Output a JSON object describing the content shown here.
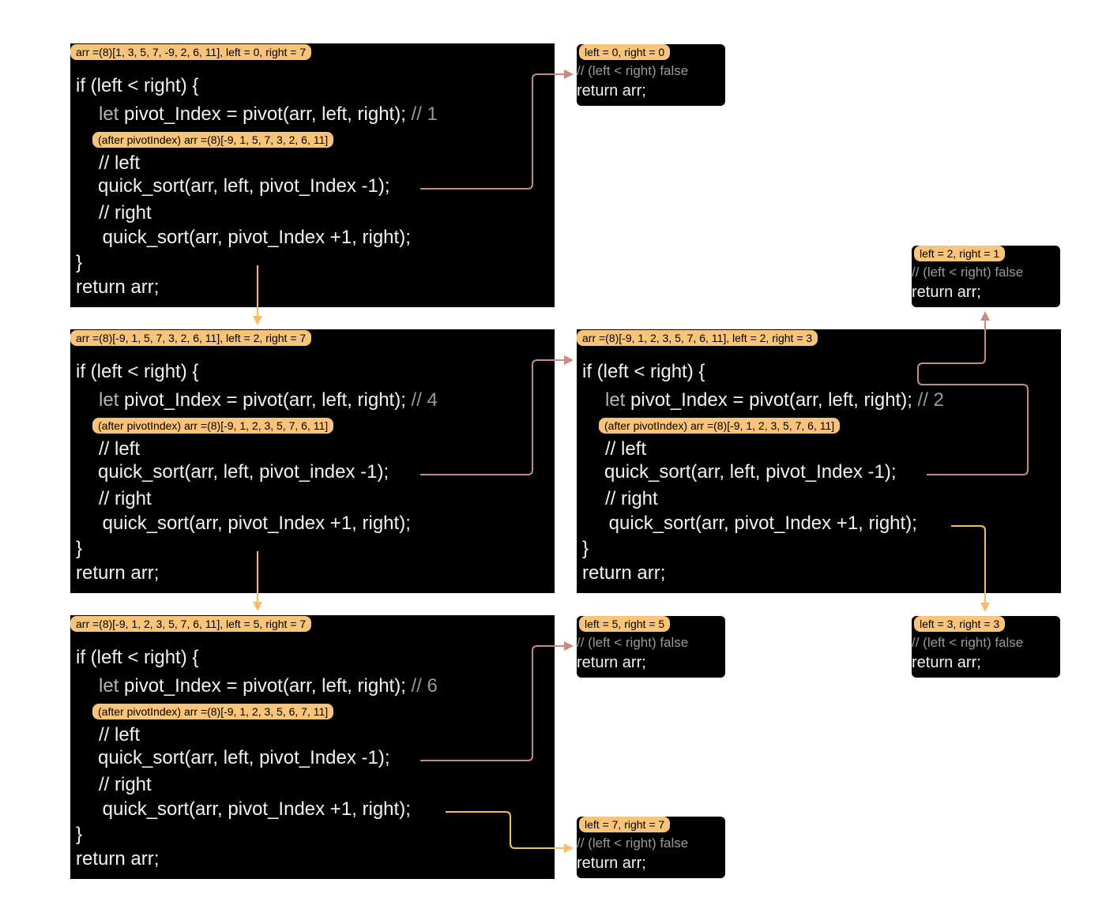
{
  "colors": {
    "bg": "#ffffff",
    "block": "#000000",
    "tag": "#f8c479",
    "arrow_call": "#c98a7f",
    "arrow_next": "#f5bd6a"
  },
  "code": {
    "if_line": "if (left < right) {",
    "let_kw": "let",
    "pivot_stmt": " pivot_Index = pivot(arr, left, right);",
    "comment_left": "// left",
    "call_left_a": "quick_sort(arr, left, pivot_Index -1);",
    "call_left_b": "quick_sort(arr, left, pivot_index -1);",
    "comment_right": "// right",
    "call_right": " quick_sort(arr, pivot_Index +1, right);",
    "close_brace": "}",
    "return_stmt": "return arr;",
    "false_comment": "// (left < right) false"
  },
  "blocks": [
    {
      "header": "arr =(8)[1, 3, 5, 7, -9, 2, 6, 11], left = 0, right = 7",
      "step": " // 1",
      "after": "(after pivotIndex) arr =(8)[-9, 1, 5, 7, 3, 2, 6, 11]"
    },
    {
      "header": "arr =(8)[-9, 1, 5, 7, 3, 2, 6, 11], left = 2, right = 7",
      "step": " // 4",
      "after": "(after pivotIndex) arr =(8)[-9, 1, 2, 3, 5, 7, 6, 11]"
    },
    {
      "header": "arr =(8)[-9, 1, 2, 3, 5, 7, 6, 11], left = 5, right = 7",
      "step": " // 6",
      "after": "(after pivotIndex) arr =(8)[-9, 1, 2, 3, 5, 6, 7, 11]"
    },
    {
      "header": "arr =(8)[-9, 1, 2, 3, 5, 7, 6, 11], left = 2, right = 3",
      "step": " // 2",
      "after": "(after pivotIndex) arr =(8)[-9, 1, 2, 3, 5, 7, 6, 11]"
    }
  ],
  "base_cases": [
    {
      "header": "left = 0, right = 0"
    },
    {
      "header": "left = 2, right = 1"
    },
    {
      "header": "left = 5, right = 5"
    },
    {
      "header": "left = 3, right = 3"
    },
    {
      "header": "left = 7, right = 7"
    }
  ]
}
